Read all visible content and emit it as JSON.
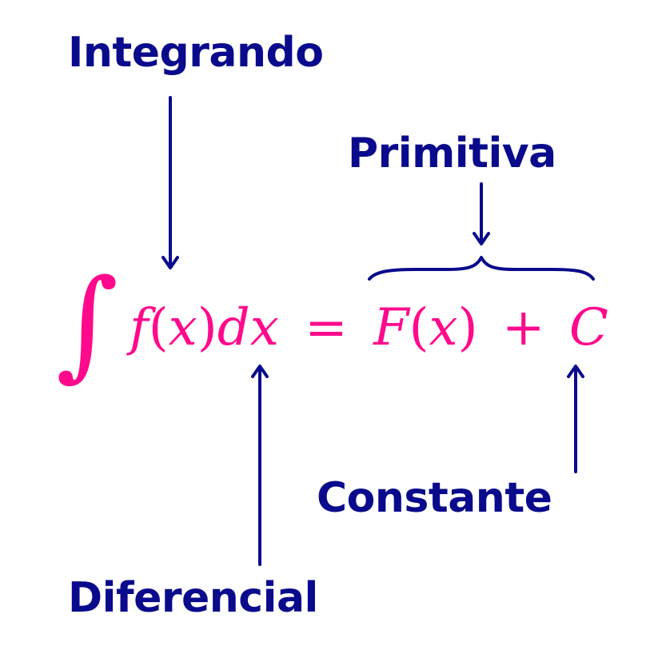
{
  "labels": {
    "integrando": "Integrando",
    "primitiva": "Primitiva",
    "diferencial": "Diferencial",
    "constante": "Constante"
  },
  "formula": {
    "integral": "∫",
    "integrand": "f",
    "lparen1": "(",
    "var1": "x",
    "rparen1": ")",
    "differential": "dx",
    "equals": "=",
    "primitive": "F",
    "lparen2": "(",
    "var2": "x",
    "rparen2": ")",
    "plus": "+",
    "constant": "C"
  },
  "colors": {
    "label": "#0a0a8c",
    "formula": "#ff0a8c",
    "arrow": "#0a0a8c"
  }
}
